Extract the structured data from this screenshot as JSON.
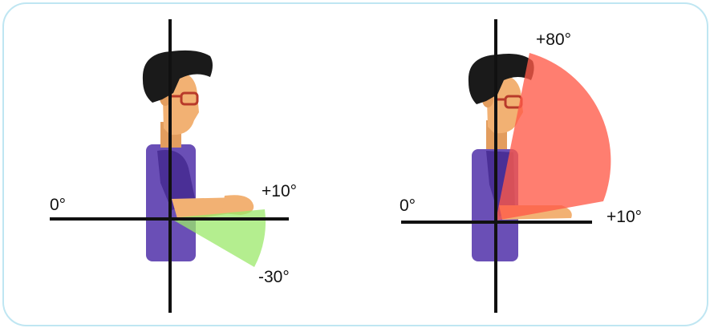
{
  "left_panel": {
    "zero_label": "0°",
    "upper_label": "+10°",
    "lower_label": "-30°",
    "zone_color": "#9be86a"
  },
  "right_panel": {
    "zero_label": "0°",
    "upper_label": "+80°",
    "lower_label": "+10°",
    "zone_color": "#ff5a48"
  },
  "colors": {
    "frame_border": "#bfe6f2",
    "axis": "#111111",
    "hair": "#1a1a1a",
    "skin": "#f2b173",
    "shirt": "#6a4fb6",
    "glasses": "#b83a2a"
  }
}
